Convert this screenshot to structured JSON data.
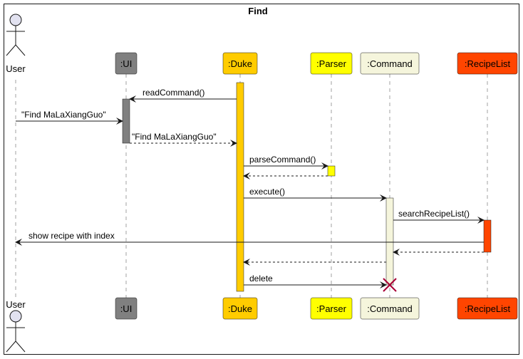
{
  "title": "Find",
  "participants": [
    {
      "id": "user",
      "label": "User",
      "kind": "actor",
      "color": "#E2E2F0"
    },
    {
      "id": "ui",
      "label": ":UI",
      "kind": "box",
      "color": "#808080"
    },
    {
      "id": "duke",
      "label": ":Duke",
      "kind": "box",
      "color": "#FFCC00"
    },
    {
      "id": "parser",
      "label": ":Parser",
      "kind": "box",
      "color": "#FFFF00"
    },
    {
      "id": "command",
      "label": ":Command",
      "kind": "box",
      "color": "#F5F5DC"
    },
    {
      "id": "recipelist",
      "label": ":RecipeList",
      "kind": "box",
      "color": "#FF4500"
    }
  ],
  "messages": [
    {
      "label": "readCommand()",
      "from": "duke",
      "to": "ui",
      "style": "solid"
    },
    {
      "label": "\"Find MaLaXiangGuo\"",
      "from": "user",
      "to": "ui",
      "style": "solid"
    },
    {
      "label": "\"Find MaLaXiangGuo\"",
      "from": "ui",
      "to": "duke",
      "style": "dashed"
    },
    {
      "label": "parseCommand()",
      "from": "duke",
      "to": "parser",
      "style": "solid"
    },
    {
      "label": "",
      "from": "parser",
      "to": "duke",
      "style": "dashed"
    },
    {
      "label": "execute()",
      "from": "duke",
      "to": "command",
      "style": "solid"
    },
    {
      "label": "searchRecipeList()",
      "from": "command",
      "to": "recipelist",
      "style": "solid"
    },
    {
      "label": "show recipe with index",
      "from": "recipelist",
      "to": "user",
      "style": "solid"
    },
    {
      "label": "",
      "from": "recipelist",
      "to": "command",
      "style": "dashed"
    },
    {
      "label": "",
      "from": "command",
      "to": "duke",
      "style": "dashed"
    },
    {
      "label": "delete",
      "from": "duke",
      "to": "command",
      "style": "solid",
      "destroy": true
    }
  ],
  "colors": {
    "line": "#181818",
    "lifeline": "#A0A0A0",
    "destroy": "#A80036"
  }
}
